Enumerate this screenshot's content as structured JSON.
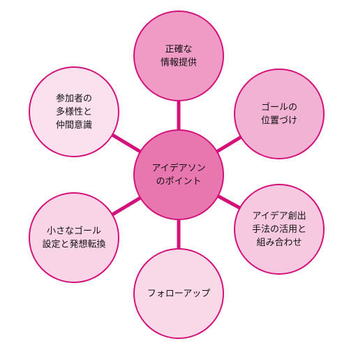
{
  "center": {
    "lines": [
      "アイデアソン",
      "のポイント"
    ],
    "fill": "#e877b0",
    "stroke": "#d4117a"
  },
  "nodes": [
    {
      "id": "top",
      "lines": [
        "正確な",
        "情報提供"
      ],
      "fill": "#ef9bc6"
    },
    {
      "id": "upper-right",
      "lines": [
        "ゴールの",
        "位置づけ"
      ],
      "fill": "#f2b2d3"
    },
    {
      "id": "lower-right",
      "lines": [
        "アイデア創出",
        "手法の活用と",
        "組み合わせ"
      ],
      "fill": "#f6c9e0"
    },
    {
      "id": "bottom",
      "lines": [
        "フォローアップ"
      ],
      "fill": "#f9d8e8"
    },
    {
      "id": "lower-left",
      "lines": [
        "小さなゴール",
        "設定と発想転換"
      ],
      "fill": "#f9d3e6"
    },
    {
      "id": "upper-left",
      "lines": [
        "参加者の",
        "多様性と",
        "仲間意識"
      ],
      "fill": "#fbe0ee"
    }
  ],
  "colors": {
    "connector": "#d4117a",
    "outline": "#d4117a"
  }
}
